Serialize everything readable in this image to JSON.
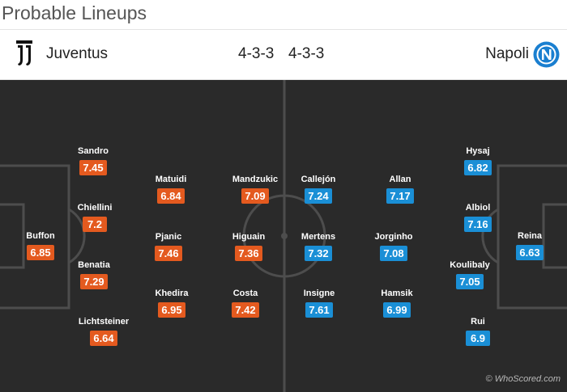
{
  "title": "Probable Lineups",
  "home": {
    "name": "Juventus",
    "formation": "4-3-3",
    "crest_icon": "juventus-crest-icon",
    "rating_color": "#e45a1f",
    "players": [
      {
        "name": "Buffon",
        "rating": "6.85"
      },
      {
        "name": "Sandro",
        "rating": "7.45"
      },
      {
        "name": "Chiellini",
        "rating": "7.2"
      },
      {
        "name": "Benatia",
        "rating": "7.29"
      },
      {
        "name": "Lichtsteiner",
        "rating": "6.64"
      },
      {
        "name": "Matuidi",
        "rating": "6.84"
      },
      {
        "name": "Pjanic",
        "rating": "7.46"
      },
      {
        "name": "Khedira",
        "rating": "6.95"
      },
      {
        "name": "Mandzukic",
        "rating": "7.09"
      },
      {
        "name": "Higuain",
        "rating": "7.36"
      },
      {
        "name": "Costa",
        "rating": "7.42"
      }
    ]
  },
  "away": {
    "name": "Napoli",
    "formation": "4-3-3",
    "crest_icon": "napoli-crest-icon",
    "rating_color": "#1a8fd6",
    "players": [
      {
        "name": "Callejón",
        "rating": "7.24"
      },
      {
        "name": "Mertens",
        "rating": "7.32"
      },
      {
        "name": "Insigne",
        "rating": "7.61"
      },
      {
        "name": "Allan",
        "rating": "7.17"
      },
      {
        "name": "Jorginho",
        "rating": "7.08"
      },
      {
        "name": "Hamsik",
        "rating": "6.99"
      },
      {
        "name": "Hysaj",
        "rating": "6.82"
      },
      {
        "name": "Albiol",
        "rating": "7.16"
      },
      {
        "name": "Koulibaly",
        "rating": "7.05"
      },
      {
        "name": "Rui",
        "rating": "6.9"
      },
      {
        "name": "Reina",
        "rating": "6.63"
      }
    ]
  },
  "copyright": "© WhoScored.com"
}
